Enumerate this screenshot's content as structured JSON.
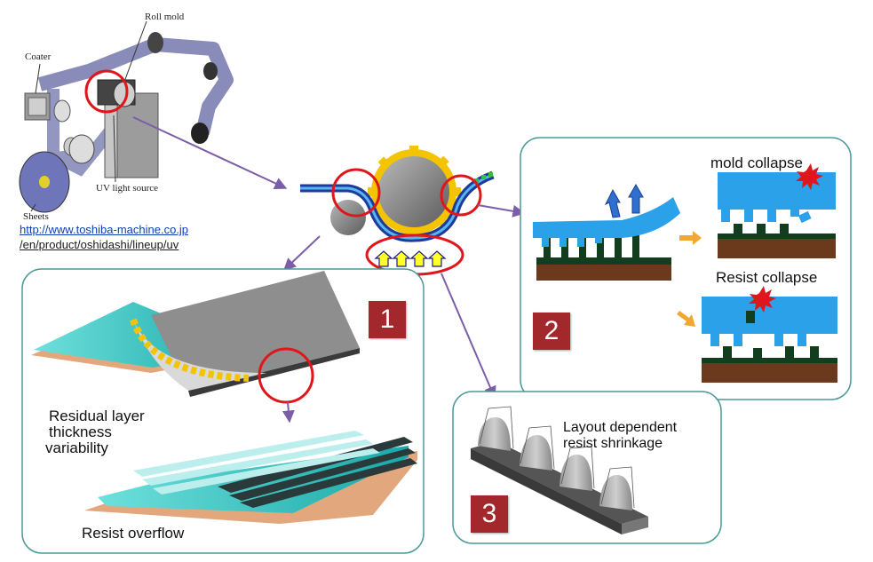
{
  "machine": {
    "roll_mold_label": "Roll mold",
    "coater_label": "Coater",
    "uv_source_label": "UV light source",
    "sheets_label": "Sheets",
    "source_link_line1": "http://www.toshiba-machine.co.jp",
    "source_link_line2": "/en/product/oshidashi/lineup/uv"
  },
  "panel1": {
    "badge": "1",
    "residual_line1": "Residual layer",
    "residual_line2": "thickness",
    "residual_line3": "variability",
    "overflow": "Resist overflow"
  },
  "panel2": {
    "badge": "2",
    "mold_collapse": "mold collapse",
    "resist_collapse": "Resist collapse"
  },
  "panel3": {
    "badge": "3",
    "shrink_line1": "Layout dependent",
    "shrink_line2": "resist shrinkage"
  },
  "colors": {
    "arrow": "#7b5ea7",
    "highlight": "#e0161d",
    "panel_border": "#4a9a9a",
    "mold_blue": "#2aa1e8",
    "resist_green": "#123d1f",
    "substrate": "#6b3a1c",
    "gear": "#f5c400"
  }
}
